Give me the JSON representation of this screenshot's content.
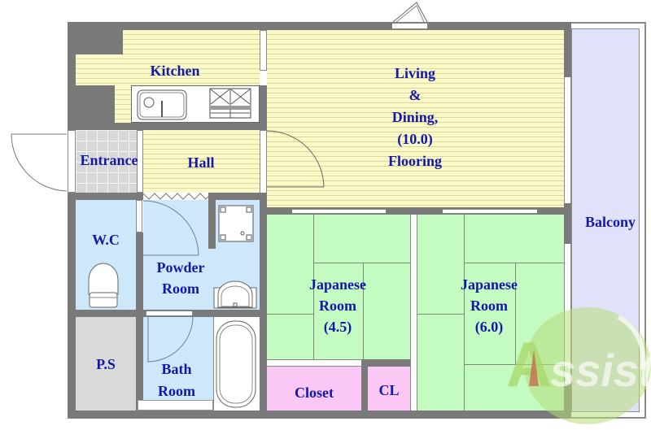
{
  "plan": {
    "rooms": {
      "kitchen": {
        "label": "Kitchen"
      },
      "living": {
        "label_lines": [
          "Living",
          "&",
          "Dining,",
          "(10.0)",
          "Flooring"
        ]
      },
      "entrance": {
        "label": "Entrance"
      },
      "hall": {
        "label": "Hall"
      },
      "wc": {
        "label": "W.C"
      },
      "powder": {
        "label_lines": [
          "Powder",
          "Room"
        ]
      },
      "ps": {
        "label": "P.S"
      },
      "bath": {
        "label_lines": [
          "Bath",
          "Room"
        ]
      },
      "japanese1": {
        "label_lines": [
          "Japanese",
          "Room",
          "(4.5)"
        ]
      },
      "japanese2": {
        "label_lines": [
          "Japanese",
          "Room",
          "(6.0)"
        ]
      },
      "closet": {
        "label": "Closet"
      },
      "cl": {
        "label": "CL"
      },
      "balcony": {
        "label": "Balcony"
      }
    },
    "watermark": {
      "text": "Assist"
    },
    "colors": {
      "label": "#1418a8",
      "wall": "#7a7a7a",
      "flooring": "#fbf9c6",
      "tatami": "#c4fbc0",
      "wet_area": "#cde8fb",
      "closet": "#fbc8f6",
      "balcony": "#e0e2fb",
      "watermark": "#a9d86a"
    }
  }
}
